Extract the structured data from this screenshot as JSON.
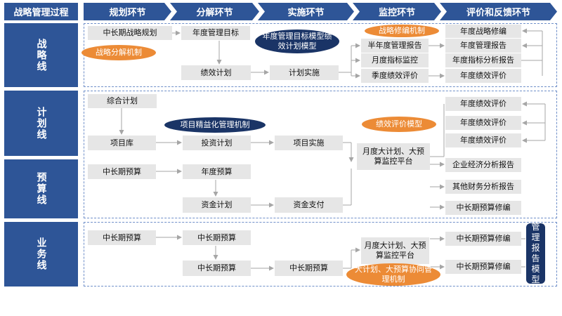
{
  "header": {
    "title": "战略管理过程",
    "stages": [
      "规划环节",
      "分解环节",
      "实施环节",
      "监控环节",
      "评价和反馈环节"
    ]
  },
  "lanes": {
    "strategy": "战略线",
    "plan": "计划线",
    "budget": "预算线",
    "business": "业务线"
  },
  "strategy": {
    "long_term_plan": "中长期战略规划",
    "annual_goal": "年度管理目标",
    "performance_plan": "绩效计划",
    "plan_impl": "计划实施",
    "half_year_report": "半年度管理报告",
    "monthly_monitor": "月度指标监控",
    "quarterly_eval": "季度绩效评价",
    "annual_revise": "年度战略修编",
    "annual_report": "年度管理报告",
    "annual_analysis": "年度指标分析报告",
    "annual_eval": "年度绩效评价",
    "decompose_mech": "战略分解机制",
    "goal_model": "年度管理目标模型绩效计划模型",
    "revise_mech": "战略修编机制"
  },
  "plan": {
    "integrated": "综合计划",
    "project_lib": "项目库",
    "invest_plan": "投资计划",
    "project_impl": "项目实施",
    "refine_mech": "项目精益化管理机制",
    "eval_model": "绩效评价模型",
    "monthly_platform": "月度大计划、大预算监控平台",
    "eval_1": "年度绩效评价",
    "eval_2": "年度绩效评价",
    "eval_3": "年度绩效评价"
  },
  "budget": {
    "long_term": "中长期预算",
    "annual": "年度预算",
    "fund_plan": "资金计划",
    "fund_pay": "资金支付",
    "enterprise_report": "企业经济分析报告",
    "finance_report": "其他财务分析报告",
    "revise": "中长期预算修编"
  },
  "business": {
    "b1": "中长期预算",
    "b2": "中长期预算",
    "b3": "中长期预算",
    "b4": "中长期预算",
    "platform": "月度大计划、大预算监控平台",
    "collab_mech": "大计划、大预算协同管理机制",
    "revise_1": "中长期预算修编",
    "revise_2": "中长期预算修编",
    "report_model": "管理报告模型"
  }
}
